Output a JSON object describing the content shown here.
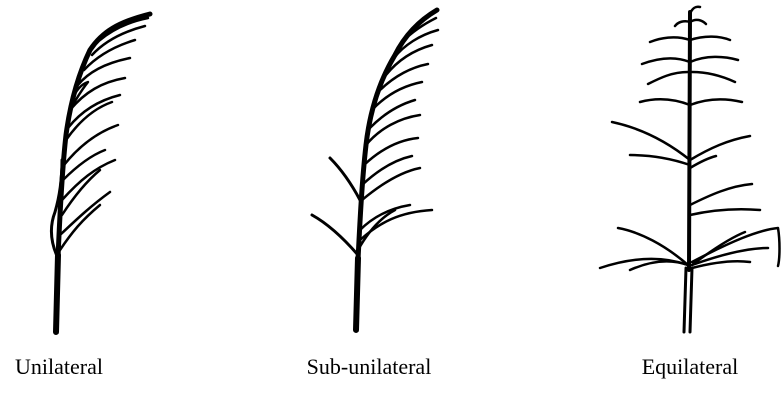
{
  "diagram": {
    "panels": [
      {
        "id": "unilateral",
        "label": "Unilateral",
        "icon": "unilateral-panicle-icon"
      },
      {
        "id": "sub-unilateral",
        "label": "Sub-unilateral",
        "icon": "sub-unilateral-panicle-icon"
      },
      {
        "id": "equilateral",
        "label": "Equilateral",
        "icon": "equilateral-panicle-icon"
      }
    ]
  }
}
